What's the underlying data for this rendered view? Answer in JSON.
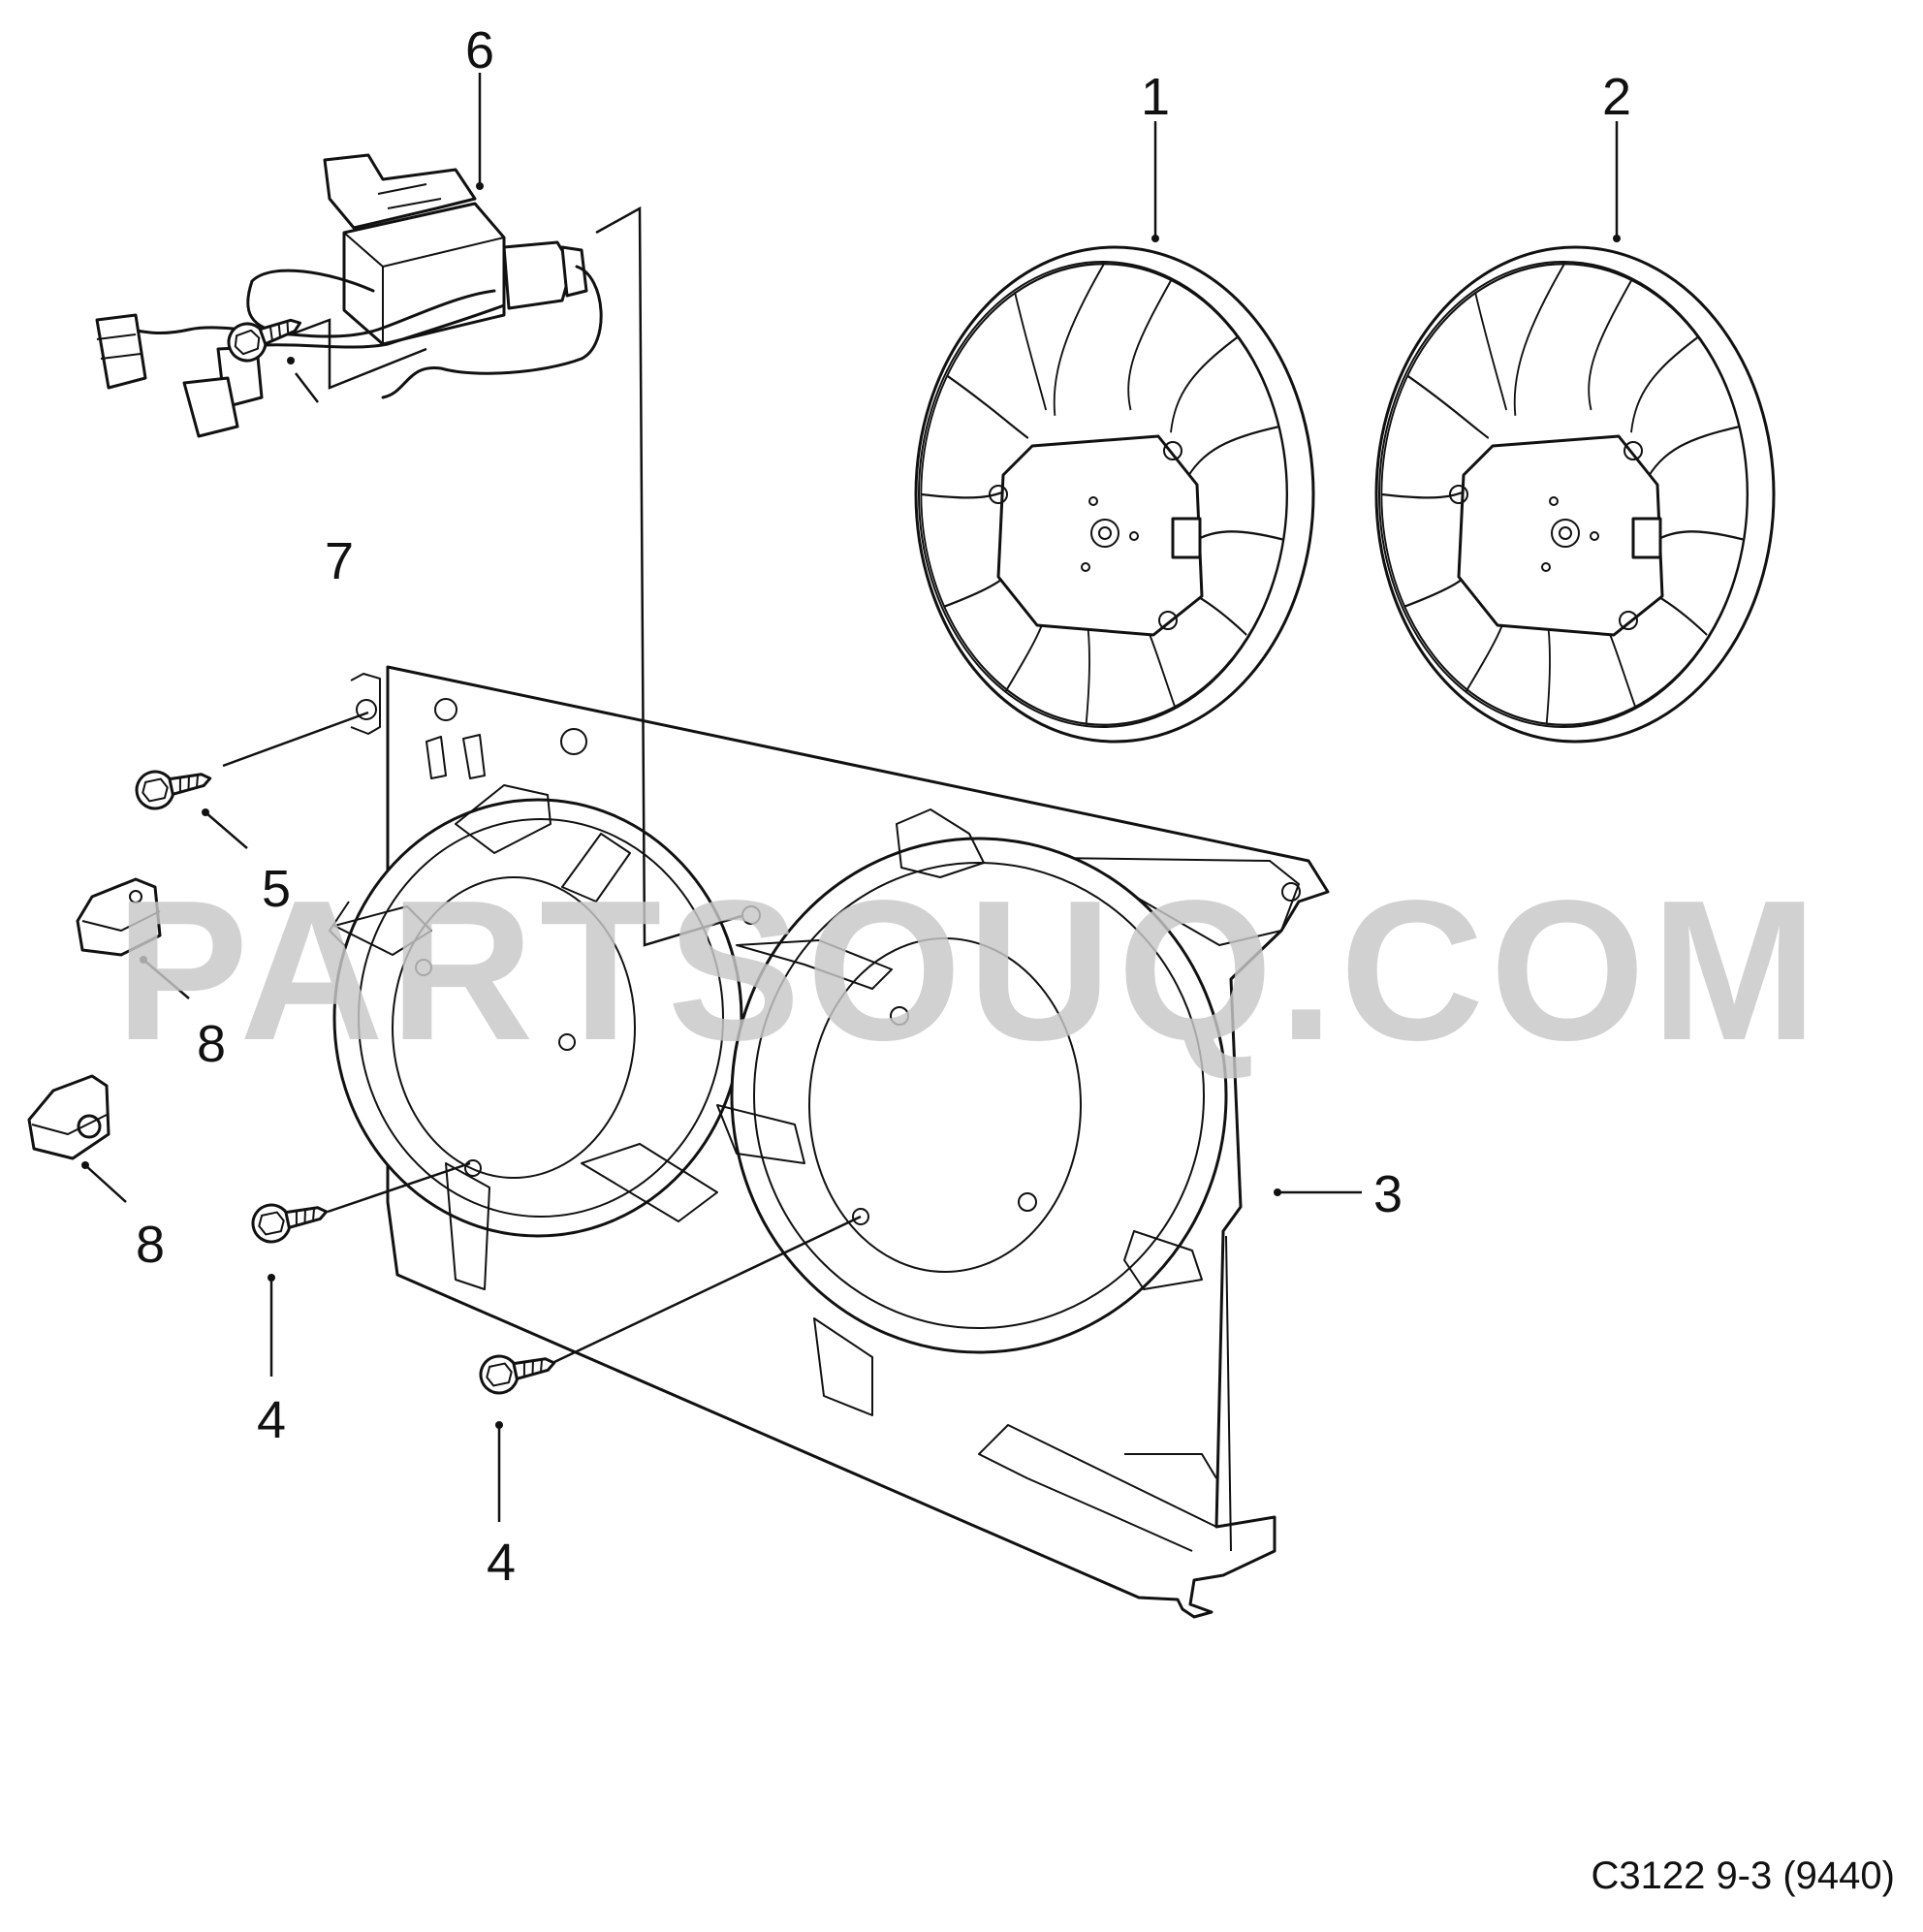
{
  "watermark": "PARTSOUQ.COM",
  "diagram_ref": "C3122 9-3 (9440)",
  "callouts": {
    "c1": "1",
    "c2": "2",
    "c3": "3",
    "c4a": "4",
    "c4b": "4",
    "c5": "5",
    "c6": "6",
    "c7": "7",
    "c8a": "8",
    "c8b": "8"
  }
}
